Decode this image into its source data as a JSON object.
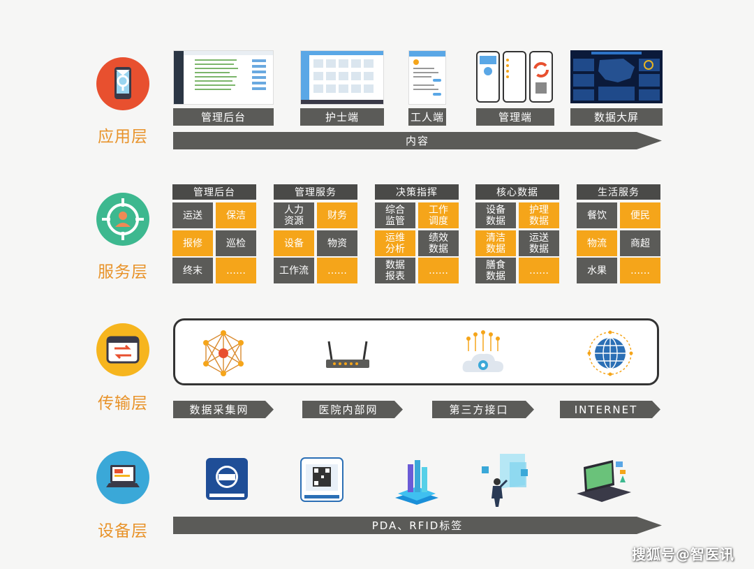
{
  "layers": {
    "application": {
      "label": "应用层",
      "apps": [
        "管理后台",
        "护士端",
        "工人端",
        "管理端",
        "数据大屏"
      ],
      "arrow_label": "内容"
    },
    "service": {
      "label": "服务层",
      "groups": [
        {
          "title": "管理后台",
          "cells": [
            "运送",
            "保洁",
            "报修",
            "巡检",
            "终末",
            "……"
          ]
        },
        {
          "title": "管理服务",
          "cells": [
            "人力\n资源",
            "财务",
            "设备",
            "物资",
            "工作流",
            "……"
          ]
        },
        {
          "title": "决策指挥",
          "cells": [
            "综合\n监管",
            "工作\n调度",
            "运维\n分析",
            "绩效\n数据",
            "数据\n报表",
            "……"
          ]
        },
        {
          "title": "核心数据",
          "cells": [
            "设备\n数据",
            "护理\n数据",
            "清洁\n数据",
            "运送\n数据",
            "膳食\n数据",
            "……"
          ]
        },
        {
          "title": "生活服务",
          "cells": [
            "餐饮",
            "便民",
            "物流",
            "商超",
            "水果",
            "……"
          ]
        }
      ]
    },
    "transmission": {
      "label": "传输层",
      "networks": [
        "数据采集网",
        "医院内部网",
        "第三方接口",
        "INTERNET"
      ]
    },
    "device": {
      "label": "设备层",
      "arrow_label": "PDA、RFID标签"
    }
  },
  "watermark": "搜狐号@智医讯",
  "colors": {
    "accent_orange": "#f5a51a",
    "label_orange": "#e8932a",
    "dark_gray": "#5b5b58",
    "app_icon_bg": "#e8502f",
    "service_icon_bg": "#3db88f",
    "transmission_icon_bg": "#f6b51e",
    "device_icon_bg": "#3aa8d8"
  }
}
